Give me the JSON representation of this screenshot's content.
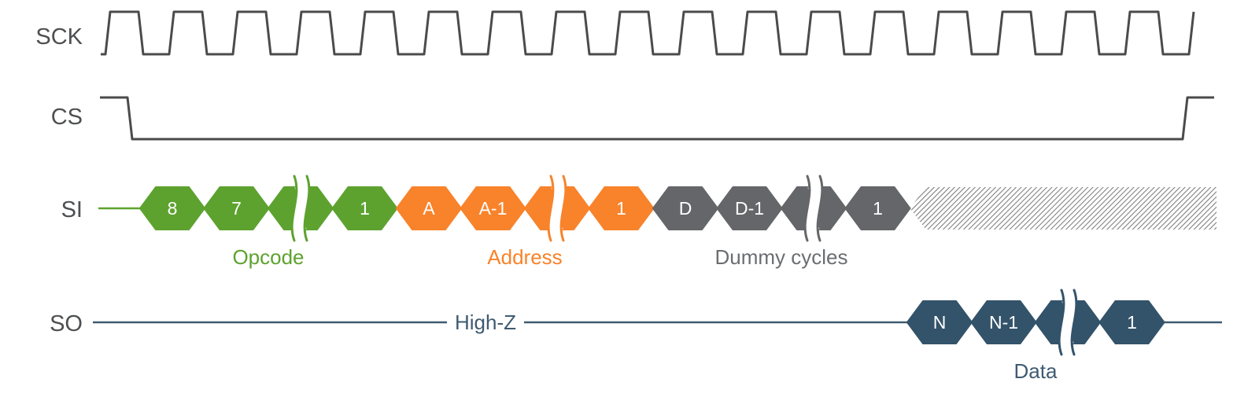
{
  "signals": {
    "sck": "SCK",
    "cs": "CS",
    "si": "SI",
    "so": "SO"
  },
  "si_bus": {
    "opcode": {
      "label": "Opcode",
      "cells": [
        "8",
        "7",
        "1"
      ],
      "has_break": true
    },
    "address": {
      "label": "Address",
      "cells": [
        "A",
        "A-1",
        "1"
      ],
      "has_break": true
    },
    "dummy": {
      "label": "Dummy cycles",
      "cells": [
        "D",
        "D-1",
        "1"
      ],
      "has_break": true
    }
  },
  "so_bus": {
    "highz": "High-Z",
    "data": {
      "label": "Data",
      "cells": [
        "N",
        "N-1",
        "1"
      ],
      "has_break": true
    }
  },
  "colors": {
    "opcode": "#5da22f",
    "address": "#f8832b",
    "dummy": "#646669",
    "dummy_label": "#6b6e71",
    "data": "#33536a",
    "so_text": "#3f5b71",
    "so_line": "#3f5a70",
    "wave": "#4b4b4b",
    "signal_label": "#4d4f51",
    "hatch_stripe": "#7a7a7a",
    "cell_text": "#ffffff"
  }
}
